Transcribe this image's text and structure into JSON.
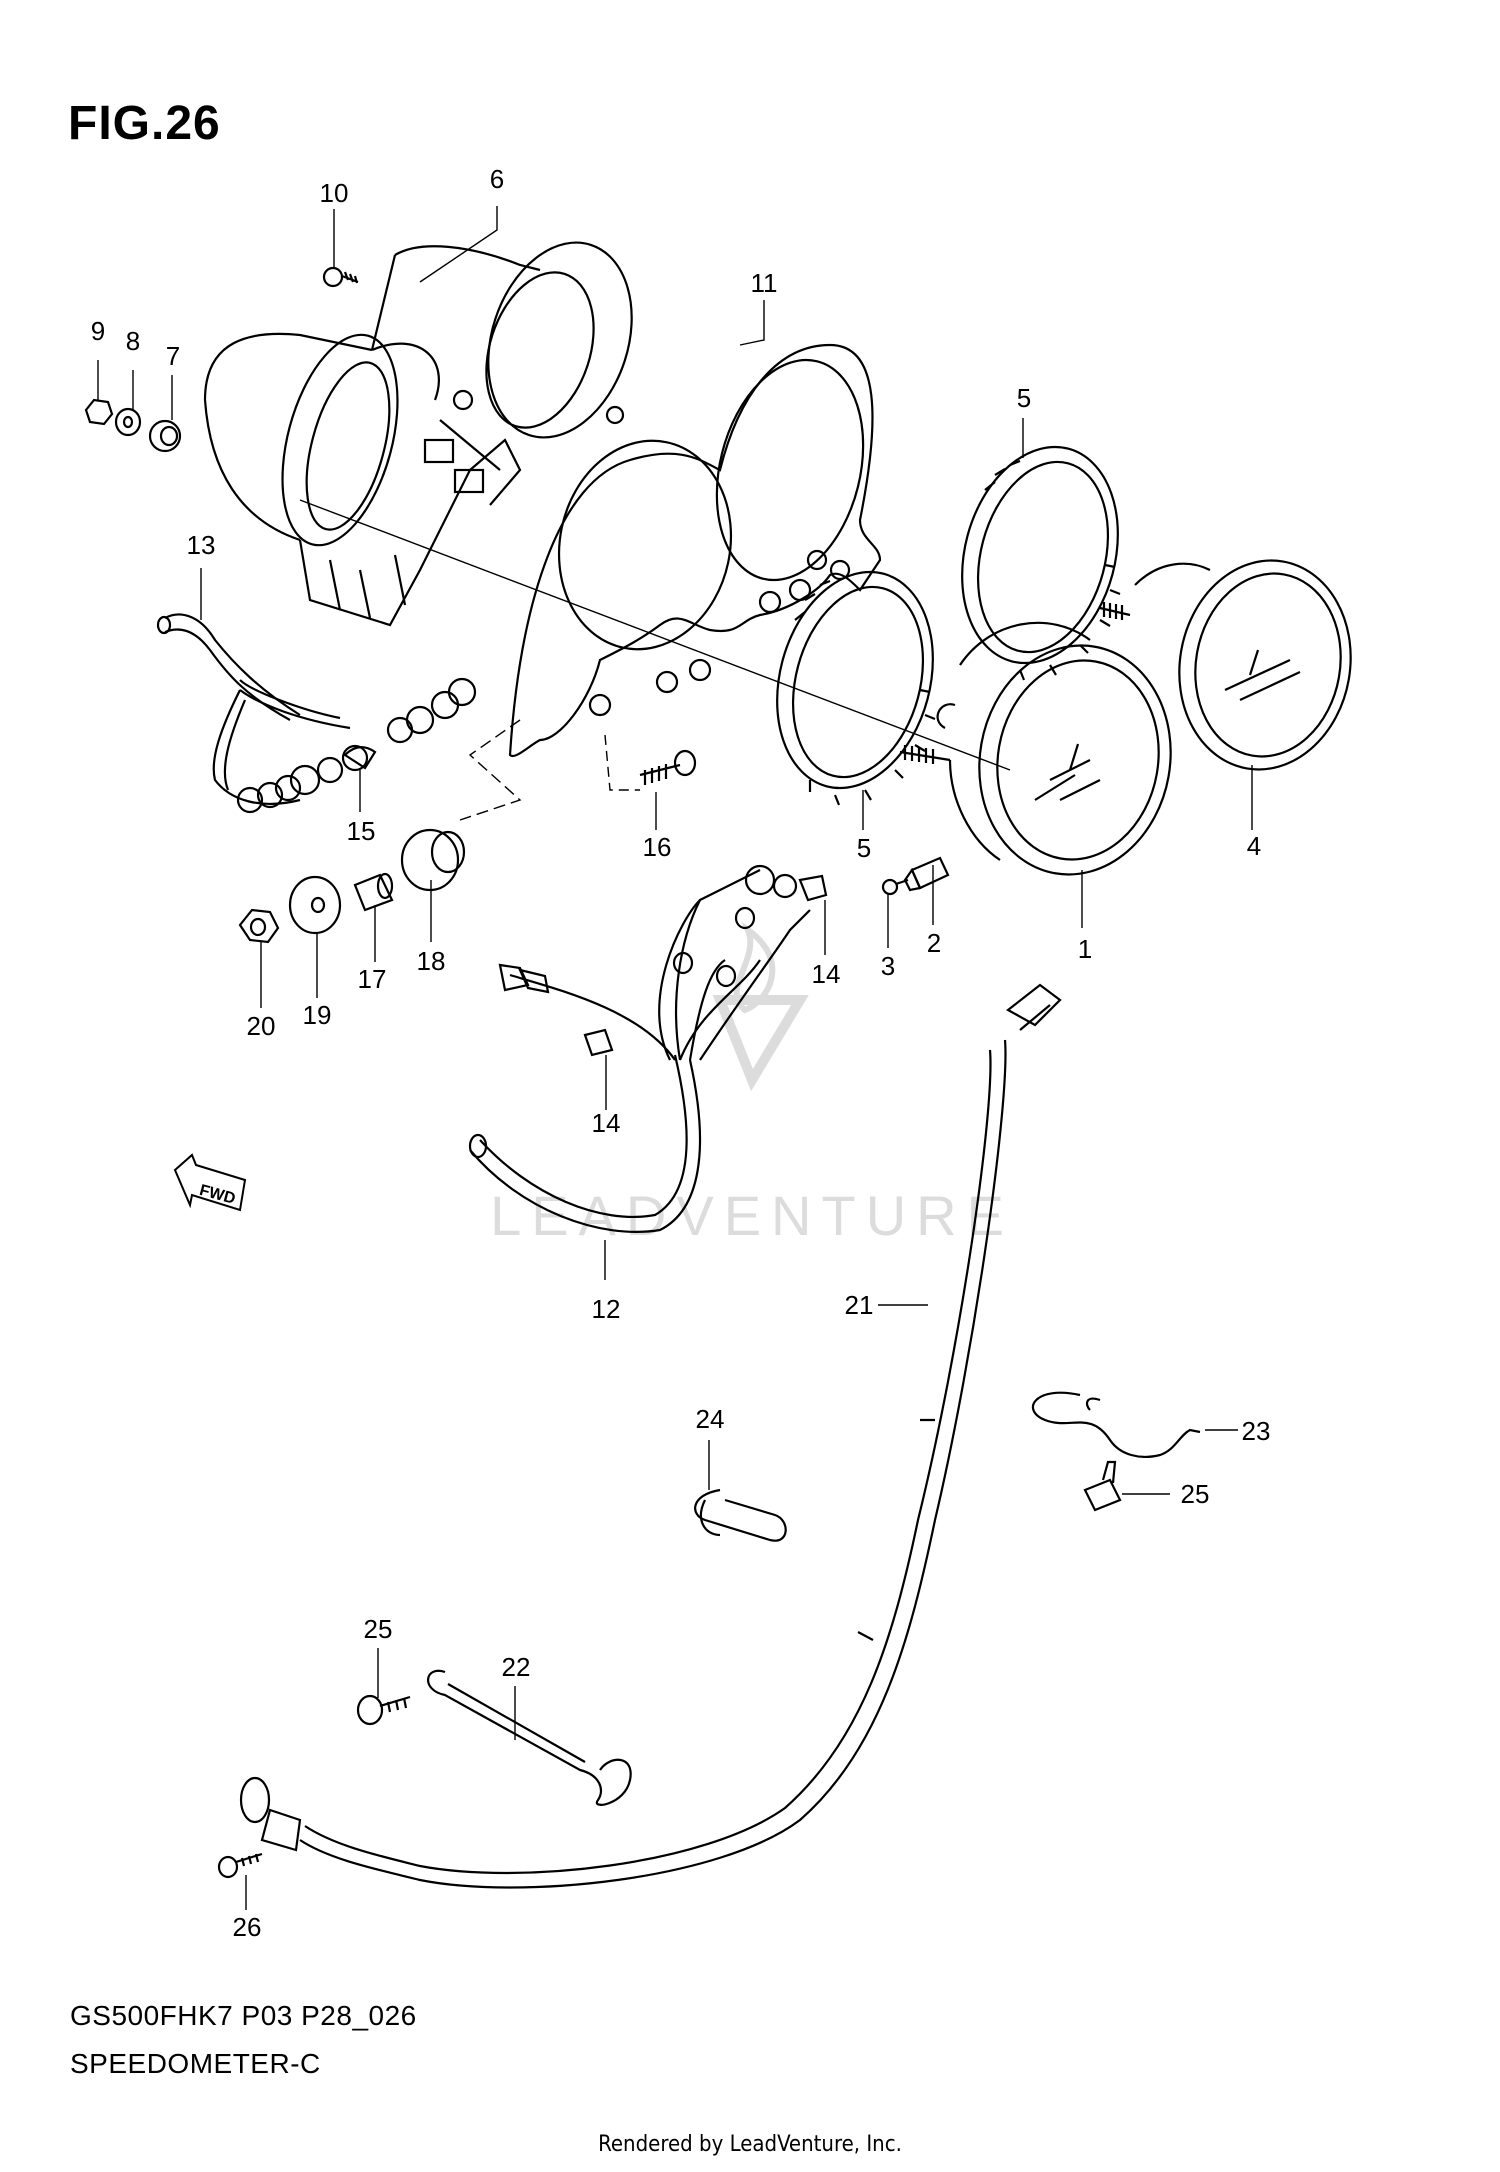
{
  "figure": {
    "title": "FIG.26",
    "model_code": "GS500FHK7 P03 P28_026",
    "section_name": "SPEEDOMETER-C",
    "credit": "Rendered by LeadVenture, Inc.",
    "watermark": "LEADVENTURE",
    "fwd_marker": "FWD"
  },
  "callouts": [
    "1",
    "2",
    "3",
    "4",
    "5",
    "5",
    "6",
    "7",
    "8",
    "9",
    "10",
    "11",
    "12",
    "13",
    "14",
    "14",
    "15",
    "16",
    "17",
    "18",
    "19",
    "20",
    "21",
    "22",
    "23",
    "24",
    "25",
    "25",
    "26"
  ],
  "colors": {
    "line": "#000000",
    "watermark": "#d9d9d9",
    "background": "#ffffff"
  }
}
